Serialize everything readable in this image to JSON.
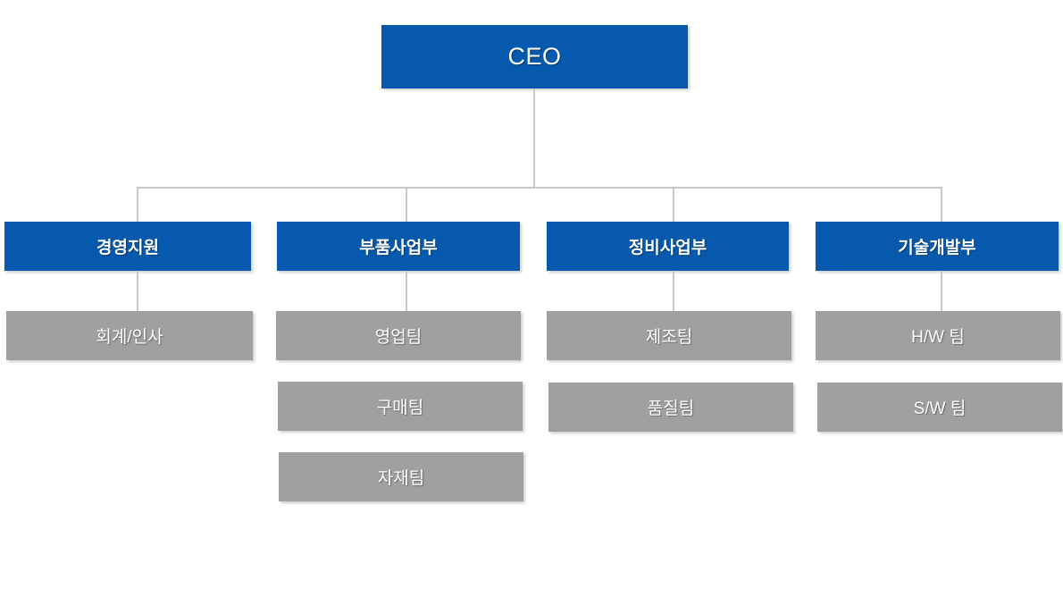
{
  "chart_data": {
    "type": "diagram",
    "diagram_kind": "organization-chart",
    "title": "",
    "orientation": "top-down",
    "colors": {
      "root_box": "#0659AC",
      "department_box": "#0659AC",
      "team_box": "#A0A0A0",
      "connector_line": "#C9C9C9",
      "box_text": "#FFFFFF",
      "background": "#FFFFFF"
    },
    "levels": [
      "executive",
      "department",
      "team"
    ],
    "nodes": [
      {
        "id": "ceo",
        "label": "CEO",
        "level": "executive",
        "parent": null
      },
      {
        "id": "dept1",
        "label": "경영지원",
        "level": "department",
        "parent": "ceo"
      },
      {
        "id": "dept2",
        "label": "부품사업부",
        "level": "department",
        "parent": "ceo"
      },
      {
        "id": "dept3",
        "label": "정비사업부",
        "level": "department",
        "parent": "ceo"
      },
      {
        "id": "dept4",
        "label": "기술개발부",
        "level": "department",
        "parent": "ceo"
      },
      {
        "id": "t1a",
        "label": "회계/인사",
        "level": "team",
        "parent": "dept1"
      },
      {
        "id": "t2a",
        "label": "영업팀",
        "level": "team",
        "parent": "dept2"
      },
      {
        "id": "t2b",
        "label": "구매팀",
        "level": "team",
        "parent": "dept2"
      },
      {
        "id": "t2c",
        "label": "자재팀",
        "level": "team",
        "parent": "dept2"
      },
      {
        "id": "t3a",
        "label": "제조팀",
        "level": "team",
        "parent": "dept3"
      },
      {
        "id": "t3b",
        "label": "품질팀",
        "level": "team",
        "parent": "dept3"
      },
      {
        "id": "t4a",
        "label": "H/W 팀",
        "level": "team",
        "parent": "dept4"
      },
      {
        "id": "t4b",
        "label": "S/W 팀",
        "level": "team",
        "parent": "dept4"
      }
    ]
  },
  "root": {
    "label": "CEO"
  },
  "departments": [
    {
      "label": "경영지원",
      "teams": [
        {
          "label": "회계/인사"
        }
      ]
    },
    {
      "label": "부품사업부",
      "teams": [
        {
          "label": "영업팀"
        },
        {
          "label": "구매팀"
        },
        {
          "label": "자재팀"
        }
      ]
    },
    {
      "label": "정비사업부",
      "teams": [
        {
          "label": "제조팀"
        },
        {
          "label": "품질팀"
        }
      ]
    },
    {
      "label": "기술개발부",
      "teams": [
        {
          "label": "H/W 팀"
        },
        {
          "label": "S/W 팀"
        }
      ]
    }
  ]
}
